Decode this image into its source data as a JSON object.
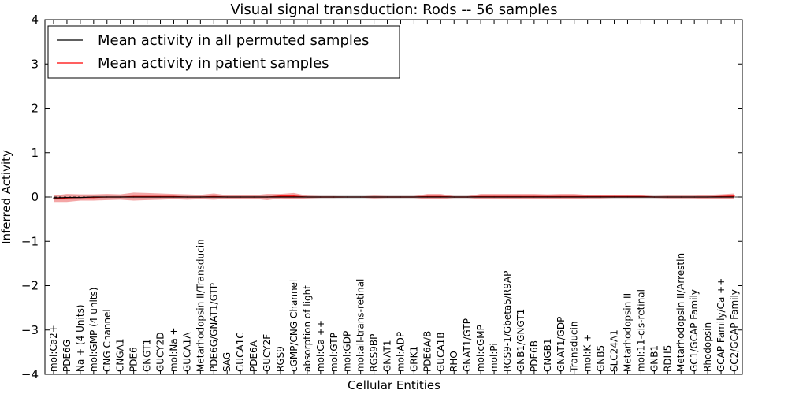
{
  "chart_data": {
    "type": "line",
    "title": "Visual signal transduction: Rods -- 56 samples",
    "xlabel": "Cellular Entities",
    "ylabel": "Inferred Activity",
    "ylim": [
      -4,
      4
    ],
    "yticks": [
      4,
      3,
      2,
      1,
      0,
      -1,
      -2,
      -3,
      -4
    ],
    "ytick_labels": [
      "4",
      "3",
      "2",
      "1",
      "0",
      "−1",
      "−2",
      "−3",
      "−4"
    ],
    "grid": false,
    "legend_position": "top-left",
    "colors": {
      "permuted": "#000000",
      "patient": "#ff0000",
      "patient_band": "#f08080",
      "permuted_band": "#c8c8c8"
    },
    "categories": [
      "mol:Ca2+",
      "PDE6G",
      "Na + (4 Units)",
      "mol:GMP (4 units)",
      "CNG Channel",
      "CNGA1",
      "PDE6",
      "GNGT1",
      "GUCY2D",
      "mol:Na +",
      "GUCA1A",
      "Metarhodopsin II/Transducin",
      "PDE6G/GNAT1/GTP",
      "SAG",
      "GUCA1C",
      "PDE6A",
      "GUCY2F",
      "RGS9",
      "cGMP/CNG Channel",
      "absorption of light",
      "mol:Ca ++",
      "mol:GTP",
      "mol:GDP",
      "mol:all-trans-retinal",
      "RGS9BP",
      "GNAT1",
      "mol:ADP",
      "GRK1",
      "PDE6A/B",
      "GUCA1B",
      "RHO",
      "GNAT1/GTP",
      "mol:cGMP",
      "mol:Pi",
      "RGS9-1/Gbeta5/R9AP",
      "GNB1/GNGT1",
      "PDE6B",
      "CNGB1",
      "GNAT1/GDP",
      "Transducin",
      "mol:K +",
      "GNB5",
      "SLC24A1",
      "Metarhodopsin II",
      "mol:11-cis-retinal",
      "GNB1",
      "RDH5",
      "Metarhodopsin II/Arrestin",
      "GC1/GCAP Family",
      "Rhodopsin",
      "GCAP Family/Ca ++",
      "GC2/GCAP Family"
    ],
    "series": [
      {
        "name": "Mean activity in all permuted samples",
        "values": [
          -0.02,
          -0.01,
          -0.01,
          0.0,
          0.0,
          0.0,
          0.0,
          0.0,
          0.0,
          0.0,
          0.0,
          0.0,
          0.0,
          0.0,
          0.0,
          0.0,
          0.0,
          0.0,
          0.0,
          0.0,
          0.0,
          0.0,
          0.0,
          0.0,
          0.0,
          0.0,
          0.0,
          0.0,
          0.0,
          0.0,
          0.0,
          0.0,
          0.0,
          0.0,
          0.0,
          0.0,
          0.0,
          0.0,
          0.0,
          0.0,
          0.0,
          0.0,
          0.0,
          0.0,
          0.0,
          0.0,
          0.0,
          0.0,
          0.0,
          0.0,
          0.0,
          0.0
        ],
        "band_half_width": [
          0.05,
          0.05,
          0.05,
          0.05,
          0.05,
          0.05,
          0.05,
          0.05,
          0.05,
          0.05,
          0.05,
          0.04,
          0.04,
          0.04,
          0.04,
          0.04,
          0.04,
          0.04,
          0.04,
          0.04,
          0.04,
          0.04,
          0.04,
          0.04,
          0.04,
          0.04,
          0.04,
          0.04,
          0.04,
          0.04,
          0.04,
          0.04,
          0.04,
          0.04,
          0.04,
          0.04,
          0.04,
          0.04,
          0.04,
          0.04,
          0.04,
          0.04,
          0.04,
          0.04,
          0.04,
          0.04,
          0.04,
          0.04,
          0.04,
          0.04,
          0.04,
          0.04
        ]
      },
      {
        "name": "Mean activity in patient samples",
        "values": [
          -0.04,
          -0.02,
          -0.01,
          -0.01,
          0.0,
          0.0,
          0.01,
          0.01,
          0.01,
          0.01,
          0.0,
          0.0,
          0.01,
          0.0,
          0.0,
          0.0,
          0.0,
          0.02,
          0.02,
          0.0,
          0.0,
          0.0,
          0.0,
          0.0,
          0.0,
          0.0,
          0.0,
          0.0,
          0.01,
          0.01,
          0.0,
          0.0,
          0.01,
          0.01,
          0.01,
          0.01,
          0.01,
          0.01,
          0.01,
          0.01,
          0.01,
          0.01,
          0.01,
          0.01,
          0.01,
          0.0,
          0.0,
          0.0,
          0.0,
          0.0,
          0.01,
          0.02
        ],
        "band_half_width": [
          0.07,
          0.09,
          0.07,
          0.07,
          0.07,
          0.06,
          0.09,
          0.08,
          0.07,
          0.06,
          0.06,
          0.05,
          0.07,
          0.04,
          0.04,
          0.04,
          0.07,
          0.05,
          0.07,
          0.03,
          0.02,
          0.02,
          0.01,
          0.01,
          0.03,
          0.02,
          0.02,
          0.02,
          0.06,
          0.06,
          0.02,
          0.02,
          0.06,
          0.06,
          0.06,
          0.06,
          0.06,
          0.05,
          0.06,
          0.06,
          0.04,
          0.04,
          0.03,
          0.03,
          0.03,
          0.02,
          0.03,
          0.03,
          0.03,
          0.05,
          0.05,
          0.06
        ]
      }
    ]
  }
}
